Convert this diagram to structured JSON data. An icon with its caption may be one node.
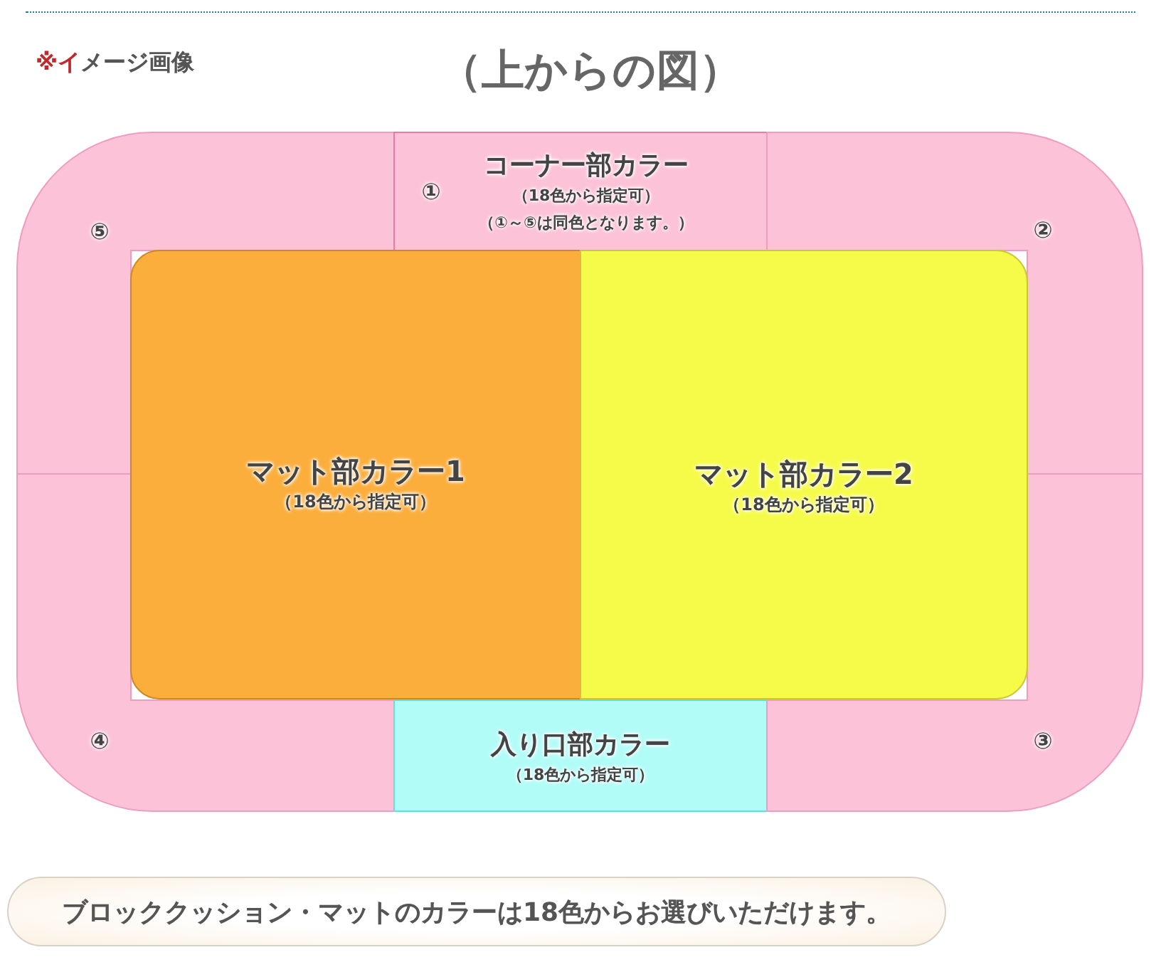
{
  "diagram": {
    "title": "（上からの図）",
    "nodes": [
      {
        "text": [
          "⑤"
        ]
      },
      {
        "text": [
          "①",
          "コーナー部カラー",
          "（18色から指定可）",
          "（①～⑤は同色となります。）"
        ]
      },
      {
        "text": [
          "②"
        ]
      },
      {
        "text": [
          "マット部カラー1",
          "（18色から指定可）"
        ]
      },
      {
        "text": [
          "マット部カラー2",
          "（18色から指定可）"
        ]
      },
      {
        "text": [
          "④"
        ]
      },
      {
        "text": [
          "入り口部カラー",
          "（18色から指定可）"
        ]
      },
      {
        "text": [
          "③"
        ]
      },
      {
        "text": [
          "ブロッククッション・マットのカラーは**18色**からお選びいただけます。"
        ]
      }
    ],
    "labels": [
      "※イメージ画像"
    ]
  }
}
